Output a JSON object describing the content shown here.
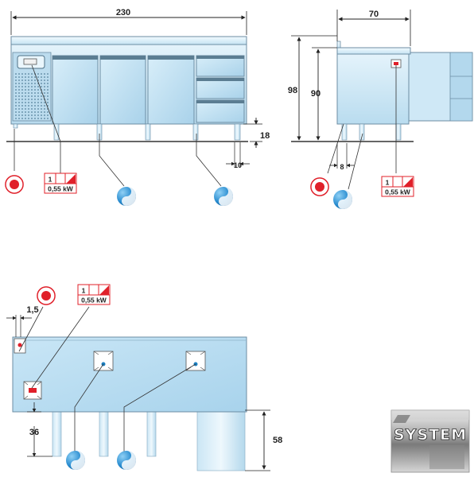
{
  "front_view": {
    "width_dim": "230",
    "height_dim": "18",
    "foot_dim": "10",
    "power": {
      "count": "1",
      "value": "0,55 kW"
    }
  },
  "side_view": {
    "depth_dim": "70",
    "total_height_dim": "98",
    "body_height_dim": "90",
    "offset_dim": "8",
    "power": {
      "count": "1",
      "value": "0,55 kW"
    }
  },
  "plan_view": {
    "offset_dim": "1,5",
    "height_dim_left": "36",
    "height_dim_right": "58",
    "power": {
      "count": "1",
      "value": "0,55 kW"
    }
  },
  "logo": {
    "text": "SYSTEM"
  },
  "colors": {
    "body": "#cfe8f6",
    "outline": "#6c8da3",
    "electric_red": "#e0202a",
    "water_blue": "#1c7fc0"
  },
  "icons": [
    "electric-connection-icon",
    "water-connection-icon",
    "power-rating-icon",
    "drain-outlet-icon"
  ]
}
